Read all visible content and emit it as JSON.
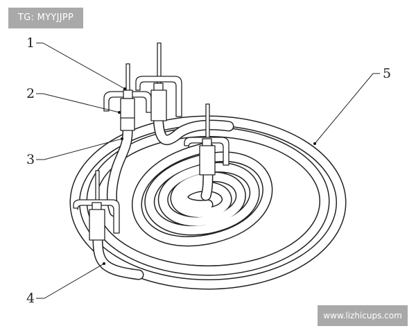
{
  "watermarks": {
    "top_left": "TG: MYYJJPP",
    "bottom_right": "www.lizhicups.com"
  },
  "callouts": [
    "1",
    "2",
    "3",
    "4",
    "5"
  ]
}
